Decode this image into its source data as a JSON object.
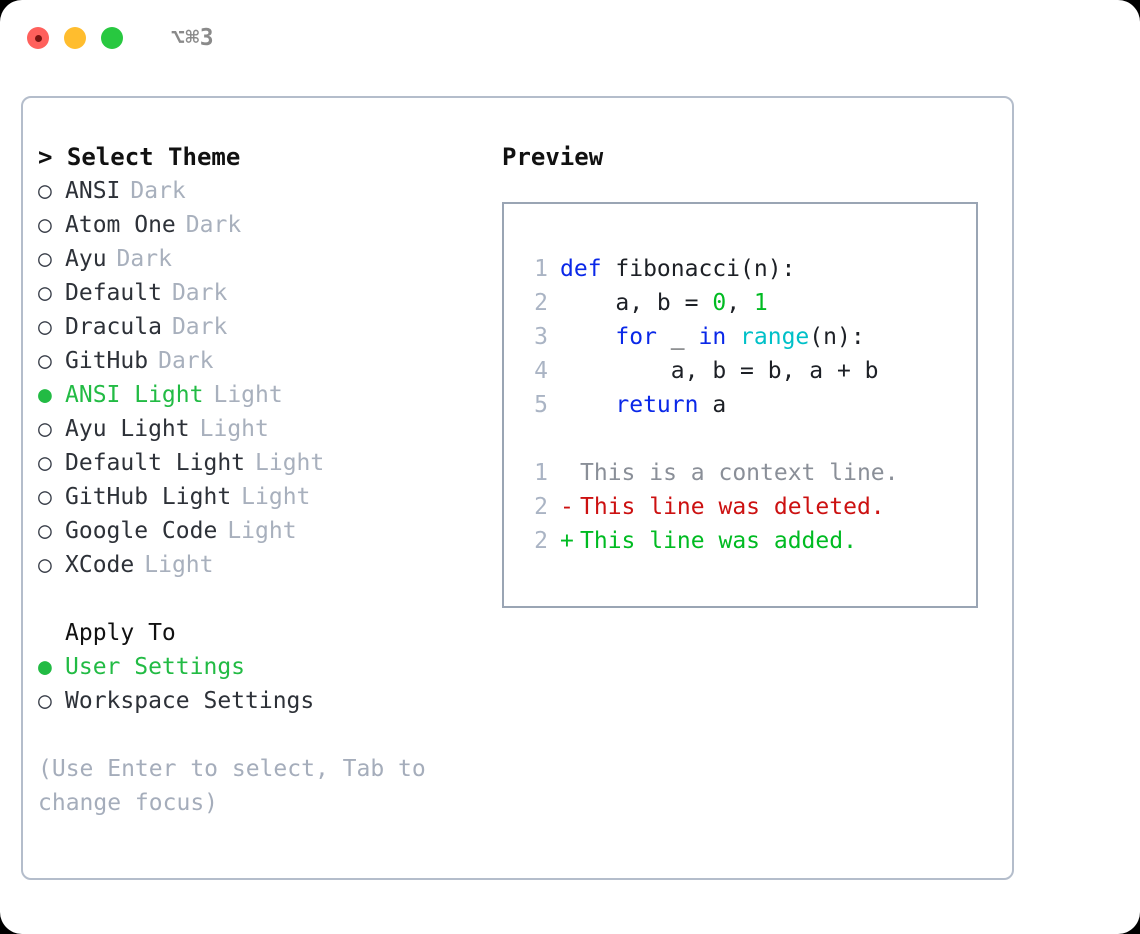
{
  "window": {
    "shortcut_label": "⌥⌘3",
    "traffic_lights": [
      "close-red",
      "minimize-yellow",
      "zoom-green"
    ]
  },
  "left": {
    "header": "> Select Theme",
    "themes": [
      {
        "marker": "○",
        "selected": false,
        "name": "ANSI",
        "variant": "Dark"
      },
      {
        "marker": "○",
        "selected": false,
        "name": "Atom One",
        "variant": "Dark"
      },
      {
        "marker": "○",
        "selected": false,
        "name": "Ayu",
        "variant": "Dark"
      },
      {
        "marker": "○",
        "selected": false,
        "name": "Default",
        "variant": "Dark"
      },
      {
        "marker": "○",
        "selected": false,
        "name": "Dracula",
        "variant": "Dark"
      },
      {
        "marker": "○",
        "selected": false,
        "name": "GitHub",
        "variant": "Dark"
      },
      {
        "marker": "●",
        "selected": true,
        "name": "ANSI Light",
        "variant": "Light"
      },
      {
        "marker": "○",
        "selected": false,
        "name": "Ayu Light",
        "variant": "Light"
      },
      {
        "marker": "○",
        "selected": false,
        "name": "Default Light",
        "variant": "Light"
      },
      {
        "marker": "○",
        "selected": false,
        "name": "GitHub Light",
        "variant": "Light"
      },
      {
        "marker": "○",
        "selected": false,
        "name": "Google Code",
        "variant": "Light"
      },
      {
        "marker": "○",
        "selected": false,
        "name": "XCode",
        "variant": "Light"
      }
    ],
    "apply_header": "Apply To",
    "apply_options": [
      {
        "marker": "●",
        "selected": true,
        "label": "User Settings"
      },
      {
        "marker": "○",
        "selected": false,
        "label": "Workspace Settings"
      }
    ],
    "hint": "(Use Enter to select, Tab to change focus)"
  },
  "right": {
    "header": "Preview",
    "code_lines": [
      {
        "no": "1",
        "tokens": [
          {
            "t": "def ",
            "k": "kw"
          },
          {
            "t": "fibonacci(n):",
            "k": "txt"
          }
        ]
      },
      {
        "no": "2",
        "tokens": [
          {
            "t": "    a, b = ",
            "k": "txt"
          },
          {
            "t": "0",
            "k": "num"
          },
          {
            "t": ", ",
            "k": "txt"
          },
          {
            "t": "1",
            "k": "num"
          }
        ]
      },
      {
        "no": "3",
        "tokens": [
          {
            "t": "    ",
            "k": "txt"
          },
          {
            "t": "for",
            "k": "kw"
          },
          {
            "t": " _ ",
            "k": "txt"
          },
          {
            "t": "in",
            "k": "kw"
          },
          {
            "t": " ",
            "k": "txt"
          },
          {
            "t": "range",
            "k": "fn"
          },
          {
            "t": "(n):",
            "k": "txt"
          }
        ]
      },
      {
        "no": "4",
        "tokens": [
          {
            "t": "        a, b = b, a + b",
            "k": "txt"
          }
        ]
      },
      {
        "no": "5",
        "tokens": [
          {
            "t": "    ",
            "k": "txt"
          },
          {
            "t": "return",
            "k": "kw"
          },
          {
            "t": " a",
            "k": "txt"
          }
        ]
      }
    ],
    "diff_lines": [
      {
        "no": "1",
        "sign": " ",
        "text": "This is a context line.",
        "kind": "context"
      },
      {
        "no": "2",
        "sign": "-",
        "text": "This line was deleted.",
        "kind": "del"
      },
      {
        "no": "2",
        "sign": "+",
        "text": "This line was added.",
        "kind": "add"
      }
    ]
  },
  "colors": {
    "accent_green": "#22bb44",
    "keyword_blue": "#0a28e8",
    "builtin_cyan": "#00c0c8",
    "number_green": "#00bb22",
    "diff_del_red": "#cc1111",
    "diff_add_green": "#00bb22",
    "muted_gray": "#a8b0bd",
    "border_gray": "#b4bdcb"
  }
}
